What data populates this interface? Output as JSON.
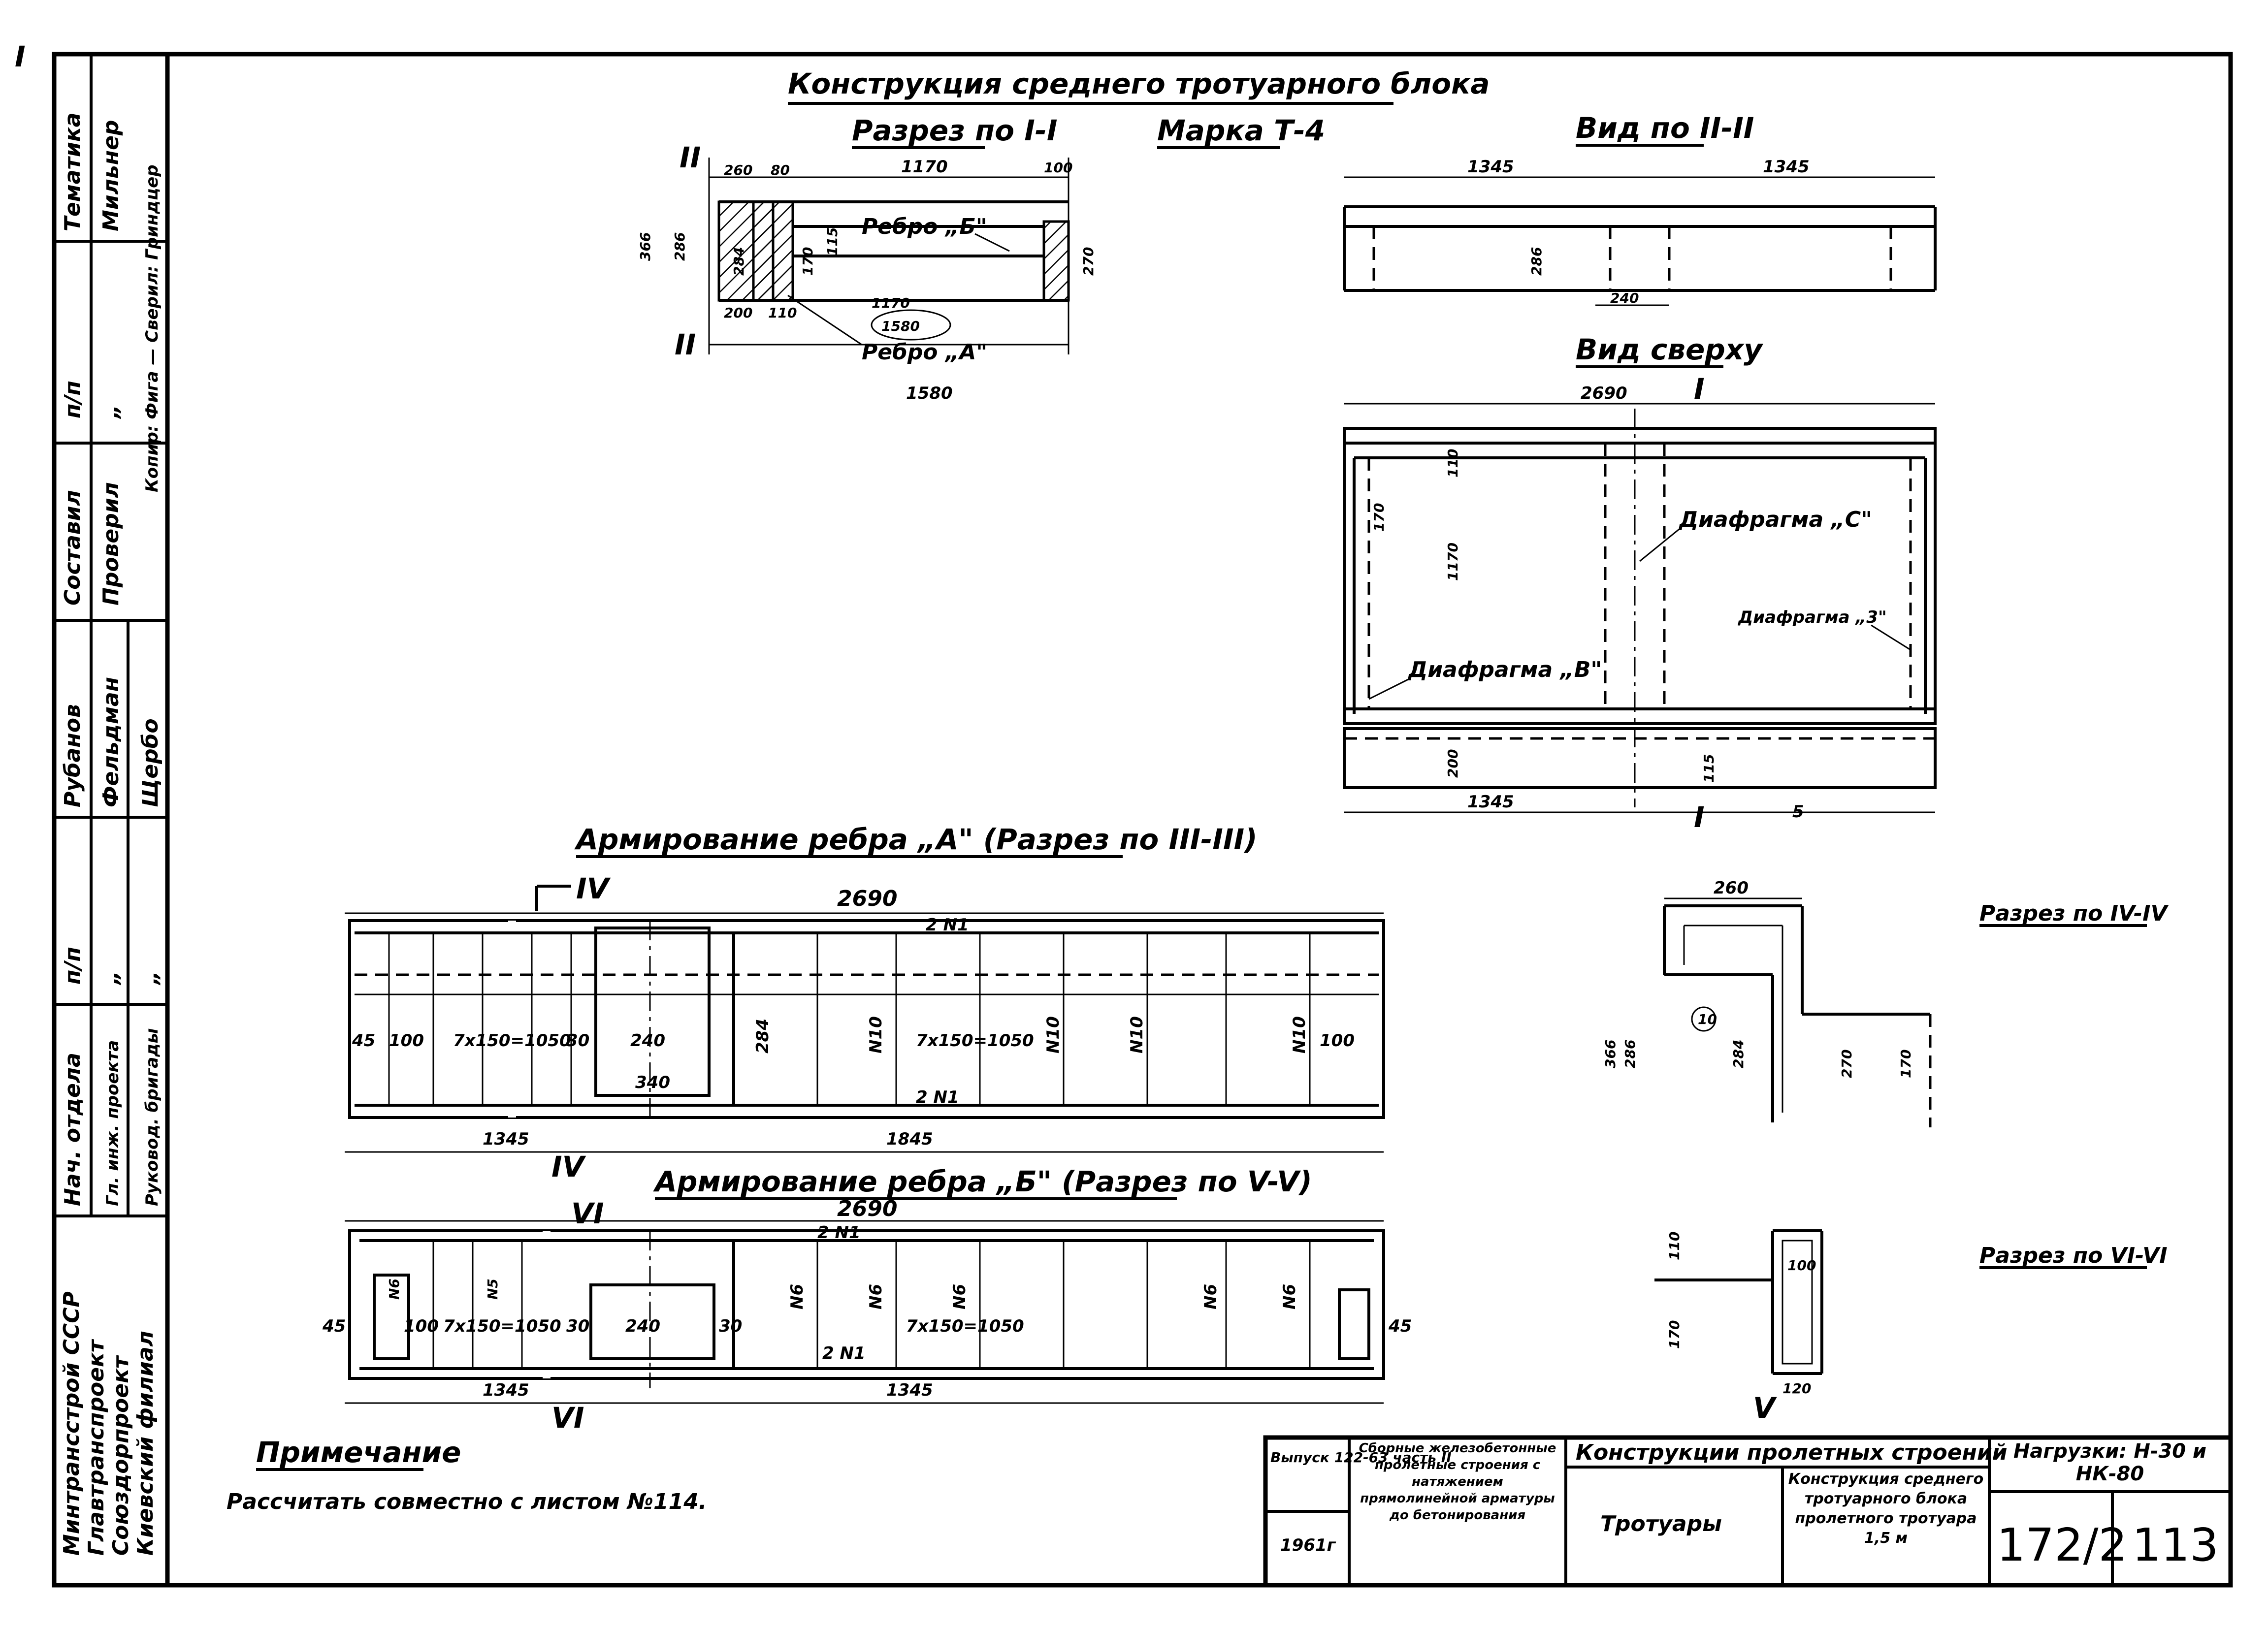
{
  "main_title": "Конструкция среднего тротуарного блока",
  "section_I": "Разрез по I-I",
  "mark": "Марка Т-4",
  "view_II": "Вид по II-II",
  "plan_title": "Вид сверху",
  "arm_A_title": "Армирование ребра „А\" (Разрез по III-III)",
  "arm_B_title": "Армирование ребра „Б\" (Разрез по V-V)",
  "section_IV": "Разрез по IV-IV",
  "section_VI": "Разрез по VI-VI",
  "rib_A": "Ребро „А\"",
  "rib_B": "Ребро „Б\"",
  "diaphragm_C": "Диафрагма „С\"",
  "diaphragm_B": "Диафрагма „В\"",
  "diaphragm_3": "Диафрагма „3\"",
  "note_title": "Примечание",
  "note_text": "Рассчитать совместно с листом №114.",
  "marks": {
    "I": "I",
    "II": "II",
    "IV": "IV",
    "V": "V",
    "VI": "VI"
  },
  "dims_section": {
    "d260": "260",
    "d80": "80",
    "d1170": "1170",
    "d100": "100",
    "d366": "366",
    "d286": "286",
    "d284": "284",
    "d170": "170",
    "d115": "115",
    "d270": "270",
    "d200": "200",
    "d110": "110",
    "d1170b": "1170",
    "d1580": "1580",
    "d1580b": "1580"
  },
  "dims_view": {
    "left": "1345",
    "right": "1345",
    "d286": "286",
    "d240": "240"
  },
  "dims_plan": {
    "top": "2690",
    "d170": "170",
    "d1170": "1170",
    "d110": "110",
    "d200": "200",
    "d115": "115",
    "bottom": "1345",
    "d5": "5"
  },
  "dims_armA": {
    "total": "2690",
    "bar2N1": "2 N1",
    "barN1": "2 N1",
    "d45": "45",
    "d100": "100",
    "spacing1": "7x150=1050",
    "d30": "30",
    "d240": "240",
    "d340": "340",
    "d284": "284",
    "N10": "N10",
    "spacing2": "7x150=1050",
    "d100b": "100",
    "left": "1345",
    "right": "1845"
  },
  "dims_armB": {
    "total": "2690",
    "bar2N1": "2 N1",
    "barN1": "2 N1",
    "d45": "45",
    "d100": "100",
    "spacing1": "7x150=1050",
    "d30": "30",
    "d240": "240",
    "N6": "N6",
    "N5": "N5",
    "spacing2": "7x150=1050",
    "d45b": "45",
    "left": "1345",
    "right": "1345"
  },
  "dims_sec4": {
    "d260": "260",
    "d366": "366",
    "d286": "286",
    "d284": "284",
    "d270": "270",
    "d170": "170",
    "circle": "10"
  },
  "dims_sec6": {
    "d110": "110",
    "d170": "170",
    "d100": "100",
    "d120": "120"
  },
  "stamp_left": {
    "col_labels": [
      "Тематика",
      "п/п",
      "Составил",
      "Рубанов",
      "п/п",
      "Нач. отдела"
    ],
    "row2": [
      "Мильнер",
      "„",
      "Проверил",
      "Фельдман",
      "„",
      "Гл. инж. проекта"
    ],
    "row3": [
      "Копир: Фига — Сверил: Гриндцер",
      "Щербо",
      "„",
      "Руковод. бригады"
    ],
    "org": [
      "Минтрансстрой СССР",
      "Главтранспроект",
      "Союздорпроект",
      "Киевский филиал"
    ]
  },
  "title_block": {
    "issue": "Выпуск 122-63 часть II",
    "year": "1961г",
    "series": "Сборные железобетонные пролетные строения с натяжением прямолинейной арматуры до бетонирования",
    "construction": "Конструкции пролетных строений",
    "section": "Тротуары",
    "sheet_desc": "Конструкция среднего тротуарного блока пролетного тротуара 1,5 м",
    "loads": "Нагрузки: Н-30 и НК-80",
    "number1": "172/2",
    "number2": "113"
  },
  "corner_mark": "I"
}
